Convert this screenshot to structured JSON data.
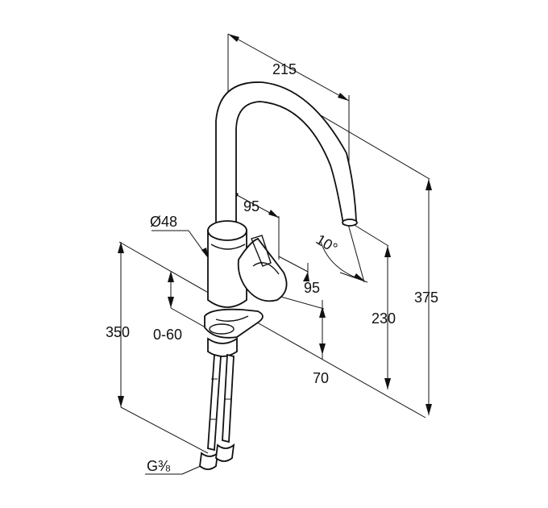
{
  "dimensions": {
    "spout_reach": "215",
    "handle_depth": "95",
    "handle_width": "95",
    "total_height": "375",
    "outlet_height": "230",
    "body_diameter": "Ø48",
    "mount_range": "0-60",
    "hose_length": "350",
    "base_height": "70",
    "swivel_angle": "10°",
    "connection_thread": "G⅜"
  }
}
